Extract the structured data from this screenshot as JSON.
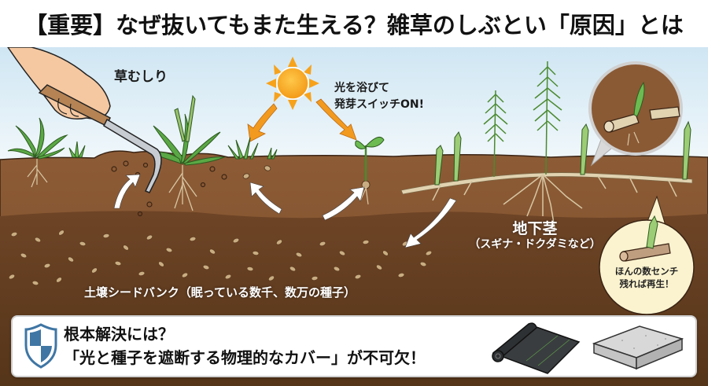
{
  "title": "【重要】なぜ抜いてもまた生える？雑草のしぶとい「原因」とは",
  "illustration": {
    "labels": {
      "weeding": "草むしり",
      "light_line1": "光を浴びて",
      "light_line2": "発芽スイッチON!",
      "rhizome_title": "地下茎",
      "rhizome_examples": "（スギナ・ドクダミなど）",
      "seed_bank": "土壌シードバンク（眠っている数千、数万の種子）",
      "bubble_line1": "ほんの数センチ",
      "bubble_line2": "残れば再生！"
    },
    "icons": [
      "hand-with-weeding-tool-icon",
      "sun-icon",
      "sprout-icon",
      "horsetail-plant-icon",
      "broken-rhizome-icon",
      "regrowing-rhizome-icon",
      "seed-icon"
    ],
    "colors": {
      "sky_top": "#cfe6f3",
      "sky_bottom": "#f2f8fb",
      "topsoil": "#8a5a35",
      "subsoil": "#6e4426",
      "deep_soil": "#5c3a20",
      "sun": "#f7a21b",
      "arrow_orange": "#f29a1f",
      "leaf_green": "#5aa845",
      "root": "#d8c7a4",
      "bubble_cream": "#fbf3cf"
    }
  },
  "solution": {
    "line1": "根本解決には？",
    "line2": "「光と種子を遮断する物理的なカバー」が不可欠！",
    "icons": [
      "shield-icon",
      "weed-sheet-roll-icon",
      "concrete-slab-icon"
    ],
    "colors": {
      "shield_blue": "#3f76a4",
      "border": "#cfcfcf"
    }
  }
}
